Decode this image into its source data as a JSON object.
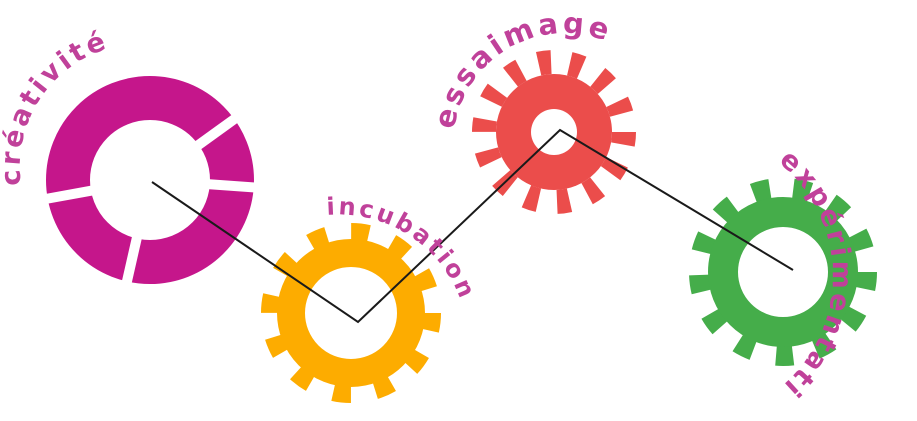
{
  "colors": {
    "creativite": "#c5168b",
    "incubation": "#fdac00",
    "essaimage": "#eb4d4b",
    "experimentation": "#45ad4a",
    "label": "#c0419a",
    "line": "#1a1a1a"
  },
  "labels": {
    "creativite": "créativité",
    "incubation": "incubation",
    "essaimage": "essaimage",
    "experimentation": "expérimentation"
  }
}
